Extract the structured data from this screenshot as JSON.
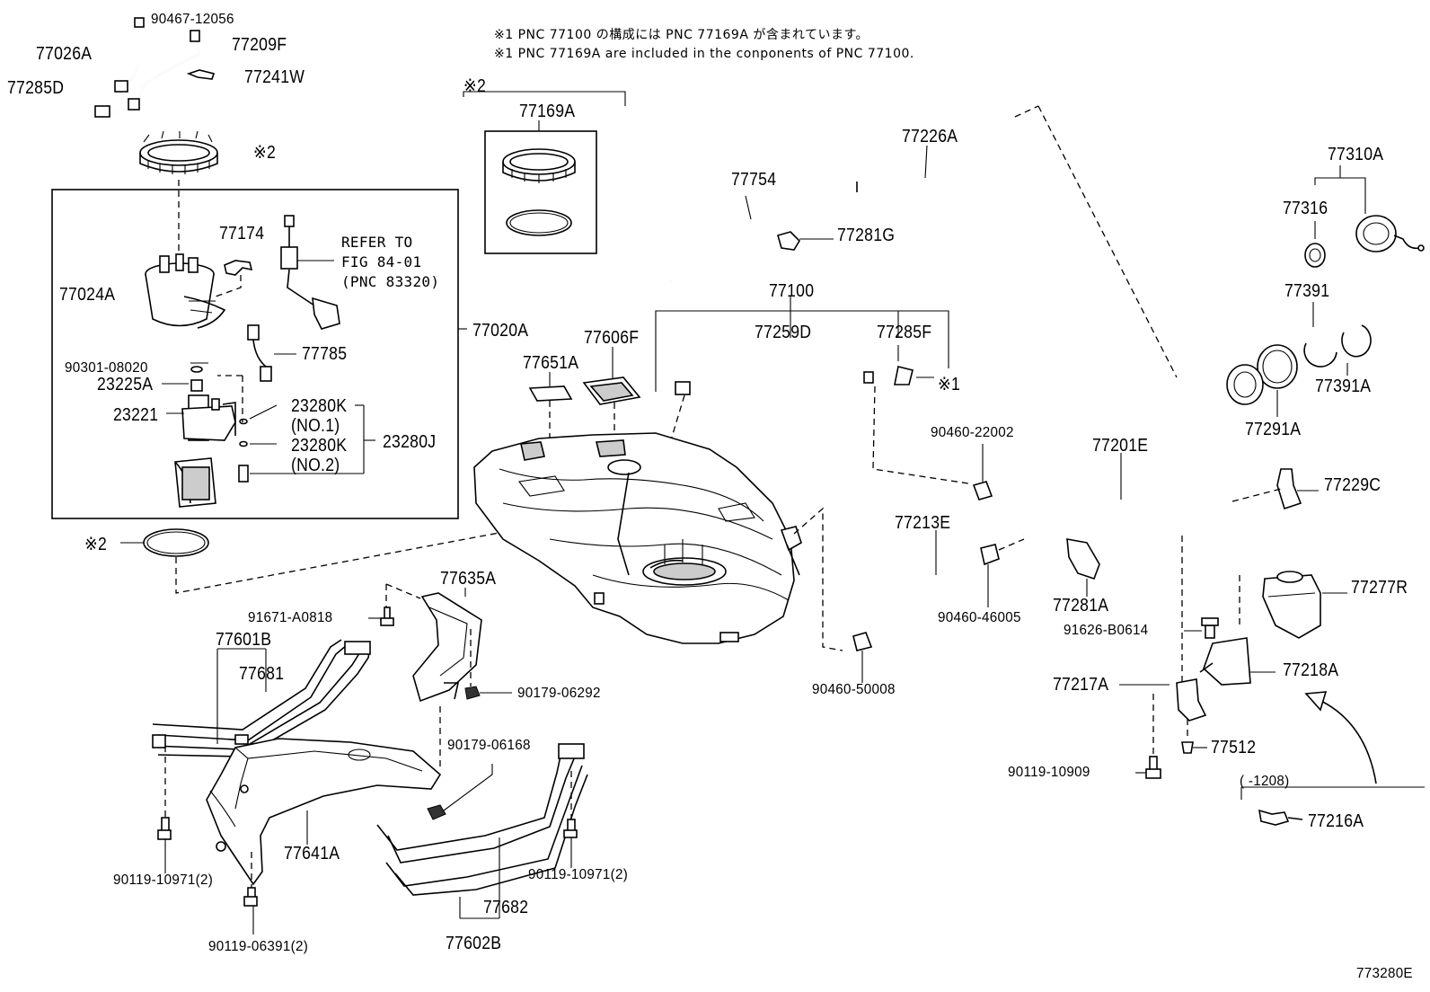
{
  "diagram_id": "773280E",
  "notes": {
    "note_jp": "※1 PNC 77100 の構成には PNC 77169A が含まれています。",
    "note_en": "※1 PNC 77169A are included in the conponents of PNC 77100."
  },
  "marks": {
    "mark1": "※1",
    "mark2": "※2"
  },
  "refer": {
    "line1": "REFER TO",
    "line2": "FIG 84-01",
    "line3": "(PNC 83320)"
  },
  "date_range": "(   -1208)",
  "parts": {
    "p90467_12056": "90467-12056",
    "p77209F": "77209F",
    "p77026A": "77026A",
    "p77285D": "77285D",
    "p77241W": "77241W",
    "p77174": "77174",
    "p77024A": "77024A",
    "p77020A": "77020A",
    "p77785": "77785",
    "p90301_08020": "90301-08020",
    "p23225A": "23225A",
    "p23221": "23221",
    "p23280K_1": "23280K",
    "no1": "(NO.1)",
    "p23280K_2": "23280K",
    "no2": "(NO.2)",
    "p23280J": "23280J",
    "p77169A": "77169A",
    "p77754": "77754",
    "p77226A": "77226A",
    "p77281G": "77281G",
    "p77310A": "77310A",
    "p77316": "77316",
    "p77391": "77391",
    "p77391A": "77391A",
    "p77291A": "77291A",
    "p77100": "77100",
    "p77259D": "77259D",
    "p77285F": "77285F",
    "p77606F": "77606F",
    "p77651A": "77651A",
    "p90460_22002": "90460-22002",
    "p77201E": "77201E",
    "p77229C": "77229C",
    "p77213E": "77213E",
    "p77281A": "77281A",
    "p90460_46005": "90460-46005",
    "p77277R": "77277R",
    "p91626_B0614": "91626-B0614",
    "p77218A": "77218A",
    "p77217A": "77217A",
    "p77512": "77512",
    "p90119_10909": "90119-10909",
    "p77216A": "77216A",
    "p90460_50008": "90460-50008",
    "p77635A": "77635A",
    "p91671_A0818": "91671-A0818",
    "p77601B": "77601B",
    "p77681": "77681",
    "p90179_06292": "90179-06292",
    "p90179_06168": "90179-06168",
    "p77641A": "77641A",
    "p90119_10971_a": "90119-10971(2)",
    "p90119_10971_b": "90119-10971(2)",
    "p77682": "77682",
    "p77602B": "77602B",
    "p90119_06391": "90119-06391(2)"
  }
}
